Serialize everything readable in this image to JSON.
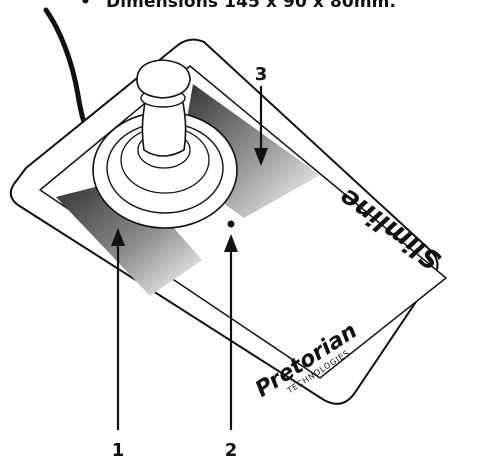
{
  "header": {
    "bullet": "•",
    "text": "Dimensions 145 x 90 x 80mm."
  },
  "device": {
    "model_name": "Slimline",
    "brand_name": "Pretorian",
    "brand_sub": "TECHNOLOGIES"
  },
  "callouts": {
    "one": "1",
    "two": "2",
    "three": "3"
  },
  "colors": {
    "outline": "#111111",
    "pad_dark": "#3a3a3a",
    "pad_light": "#ffffff"
  }
}
